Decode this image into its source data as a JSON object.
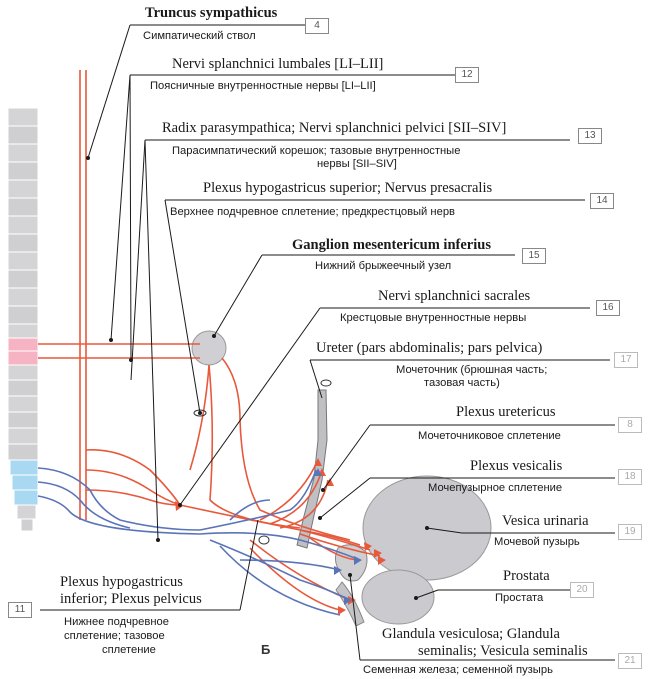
{
  "labels": [
    {
      "lat": "Truncus sympathicus",
      "ru": "Симпатический ствол",
      "num": "4"
    },
    {
      "lat": "Nervi splanchnici lumbales [LI–LII]",
      "ru": "Поясничные внутренностные нервы [LI–LII]",
      "num": "12"
    },
    {
      "lat": "Radix parasympathica; Nervi splanchnici pelvici [SII–SIV]",
      "ru": "Парасимпатический корешок; тазовые внутренностные",
      "ru2": "нервы [SII–SIV]",
      "num": "13"
    },
    {
      "lat": "Plexus hypogastricus superior; Nervus presacralis",
      "ru": "Верхнее подчревное сплетение; предкрестцовый нерв",
      "num": "14"
    },
    {
      "lat": "Ganglion mesentericum inferius",
      "ru": "Нижний брыжеечный узел",
      "num": "15"
    },
    {
      "lat": "Nervi splanchnici sacrales",
      "ru": "Крестцовые внутренностные нервы",
      "num": "16"
    },
    {
      "lat": "Ureter (pars abdominalis; pars pelvica)",
      "ru": "Мочеточник (брюшная часть;",
      "ru2": "тазовая часть)",
      "num": "17"
    },
    {
      "lat": "Plexus uretericus",
      "ru": "Мочеточниковое сплетение",
      "num": "8"
    },
    {
      "lat": "Plexus vesicalis",
      "ru": "Мочепузырное сплетение",
      "num": "18"
    },
    {
      "lat": "Vesica urinaria",
      "ru": "Мочевой пузырь",
      "num": "19"
    },
    {
      "lat": "Prostata",
      "ru": "Простата",
      "num": "20"
    },
    {
      "lat": "Glandula vesiculosa; Glandula",
      "lat2": "seminalis; Vesicula seminalis",
      "ru": "Семенная железа; семенной пузырь",
      "num": "21"
    },
    {
      "lat": "Plexus hypogastricus",
      "lat2": "inferior; Plexus pelvicus",
      "ru": "Нижнее подчревное",
      "ru2": "сплетение; тазовое",
      "ru3": "сплетение",
      "num": "11"
    }
  ],
  "figure_letter": "Б",
  "colors": {
    "sympathetic": "#e8593c",
    "parasympathetic": "#5a74b8",
    "organ": "#c8c8cc",
    "pink_segment": "#f6b3c3",
    "blue_segment": "#a9d8f2",
    "leader": "#1a1a1a"
  }
}
